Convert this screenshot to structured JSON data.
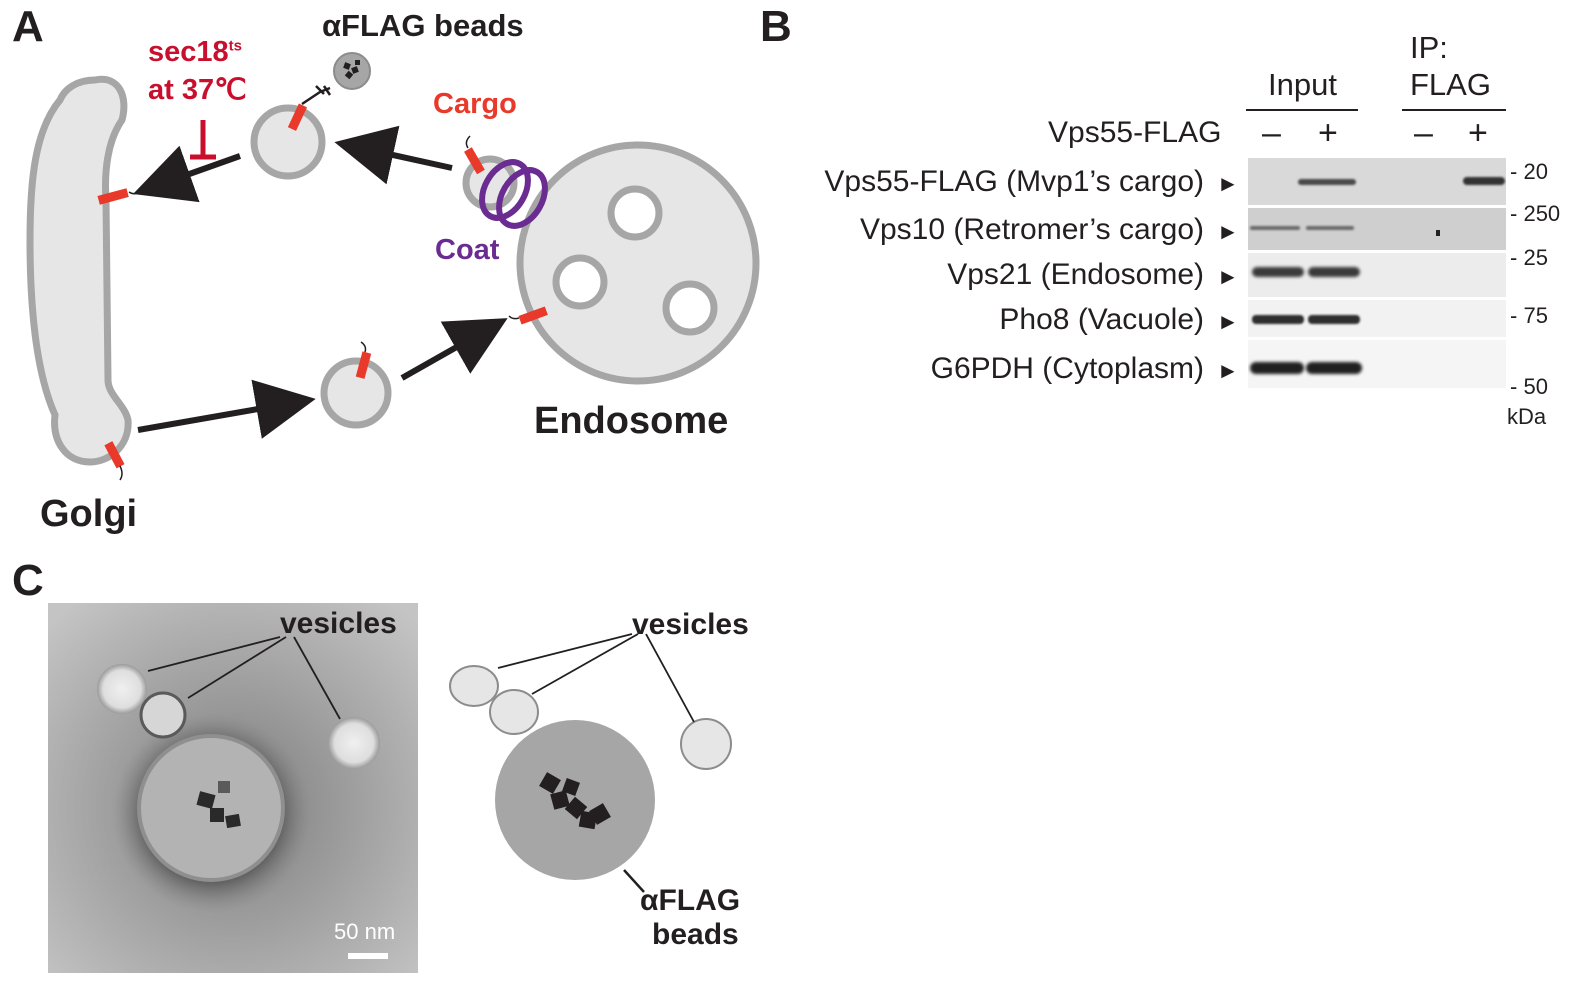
{
  "panel_a": {
    "letter": "A",
    "golgi_label": "Golgi",
    "endosome_label": "Endosome",
    "beads_label": "αFLAG beads",
    "cargo_label": "Cargo",
    "coat_label": "Coat",
    "block_line1_prefix": "sec18",
    "block_line1_sup": "ts",
    "block_line2": "at 37℃",
    "colors": {
      "membrane": "#a6a6a6",
      "lumen": "#e6e6e6",
      "cargo": "#e8392a",
      "coat": "#6a2c91",
      "block": "#c8102e",
      "arrow": "#231f20"
    }
  },
  "panel_b": {
    "letter": "B",
    "input_header": "Input",
    "ip_header_line1": "IP:",
    "ip_header_line2": "FLAG",
    "row_header": "Vps55-FLAG",
    "lane_signs": [
      "–",
      "+",
      "–",
      "+"
    ],
    "arrow_glyph": "►",
    "blots": [
      {
        "label": "Vps55-FLAG (Mvp1’s cargo)",
        "marker": "20"
      },
      {
        "label": "Vps10 (Retromer’s cargo)",
        "marker": "250"
      },
      {
        "label": "Vps21 (Endosome)",
        "marker": "25"
      },
      {
        "label": "Pho8 (Vacuole)",
        "marker": "75"
      },
      {
        "label": "G6PDH (Cytoplasm)",
        "marker": "50"
      }
    ],
    "unit": "kDa"
  },
  "panel_c": {
    "letter": "C",
    "vesicles_label_em": "vesicles",
    "vesicles_label_drawing": "vesicles",
    "scale_bar_label": "50 nm",
    "beads_line1": "αFLAG",
    "beads_line2": "beads"
  }
}
